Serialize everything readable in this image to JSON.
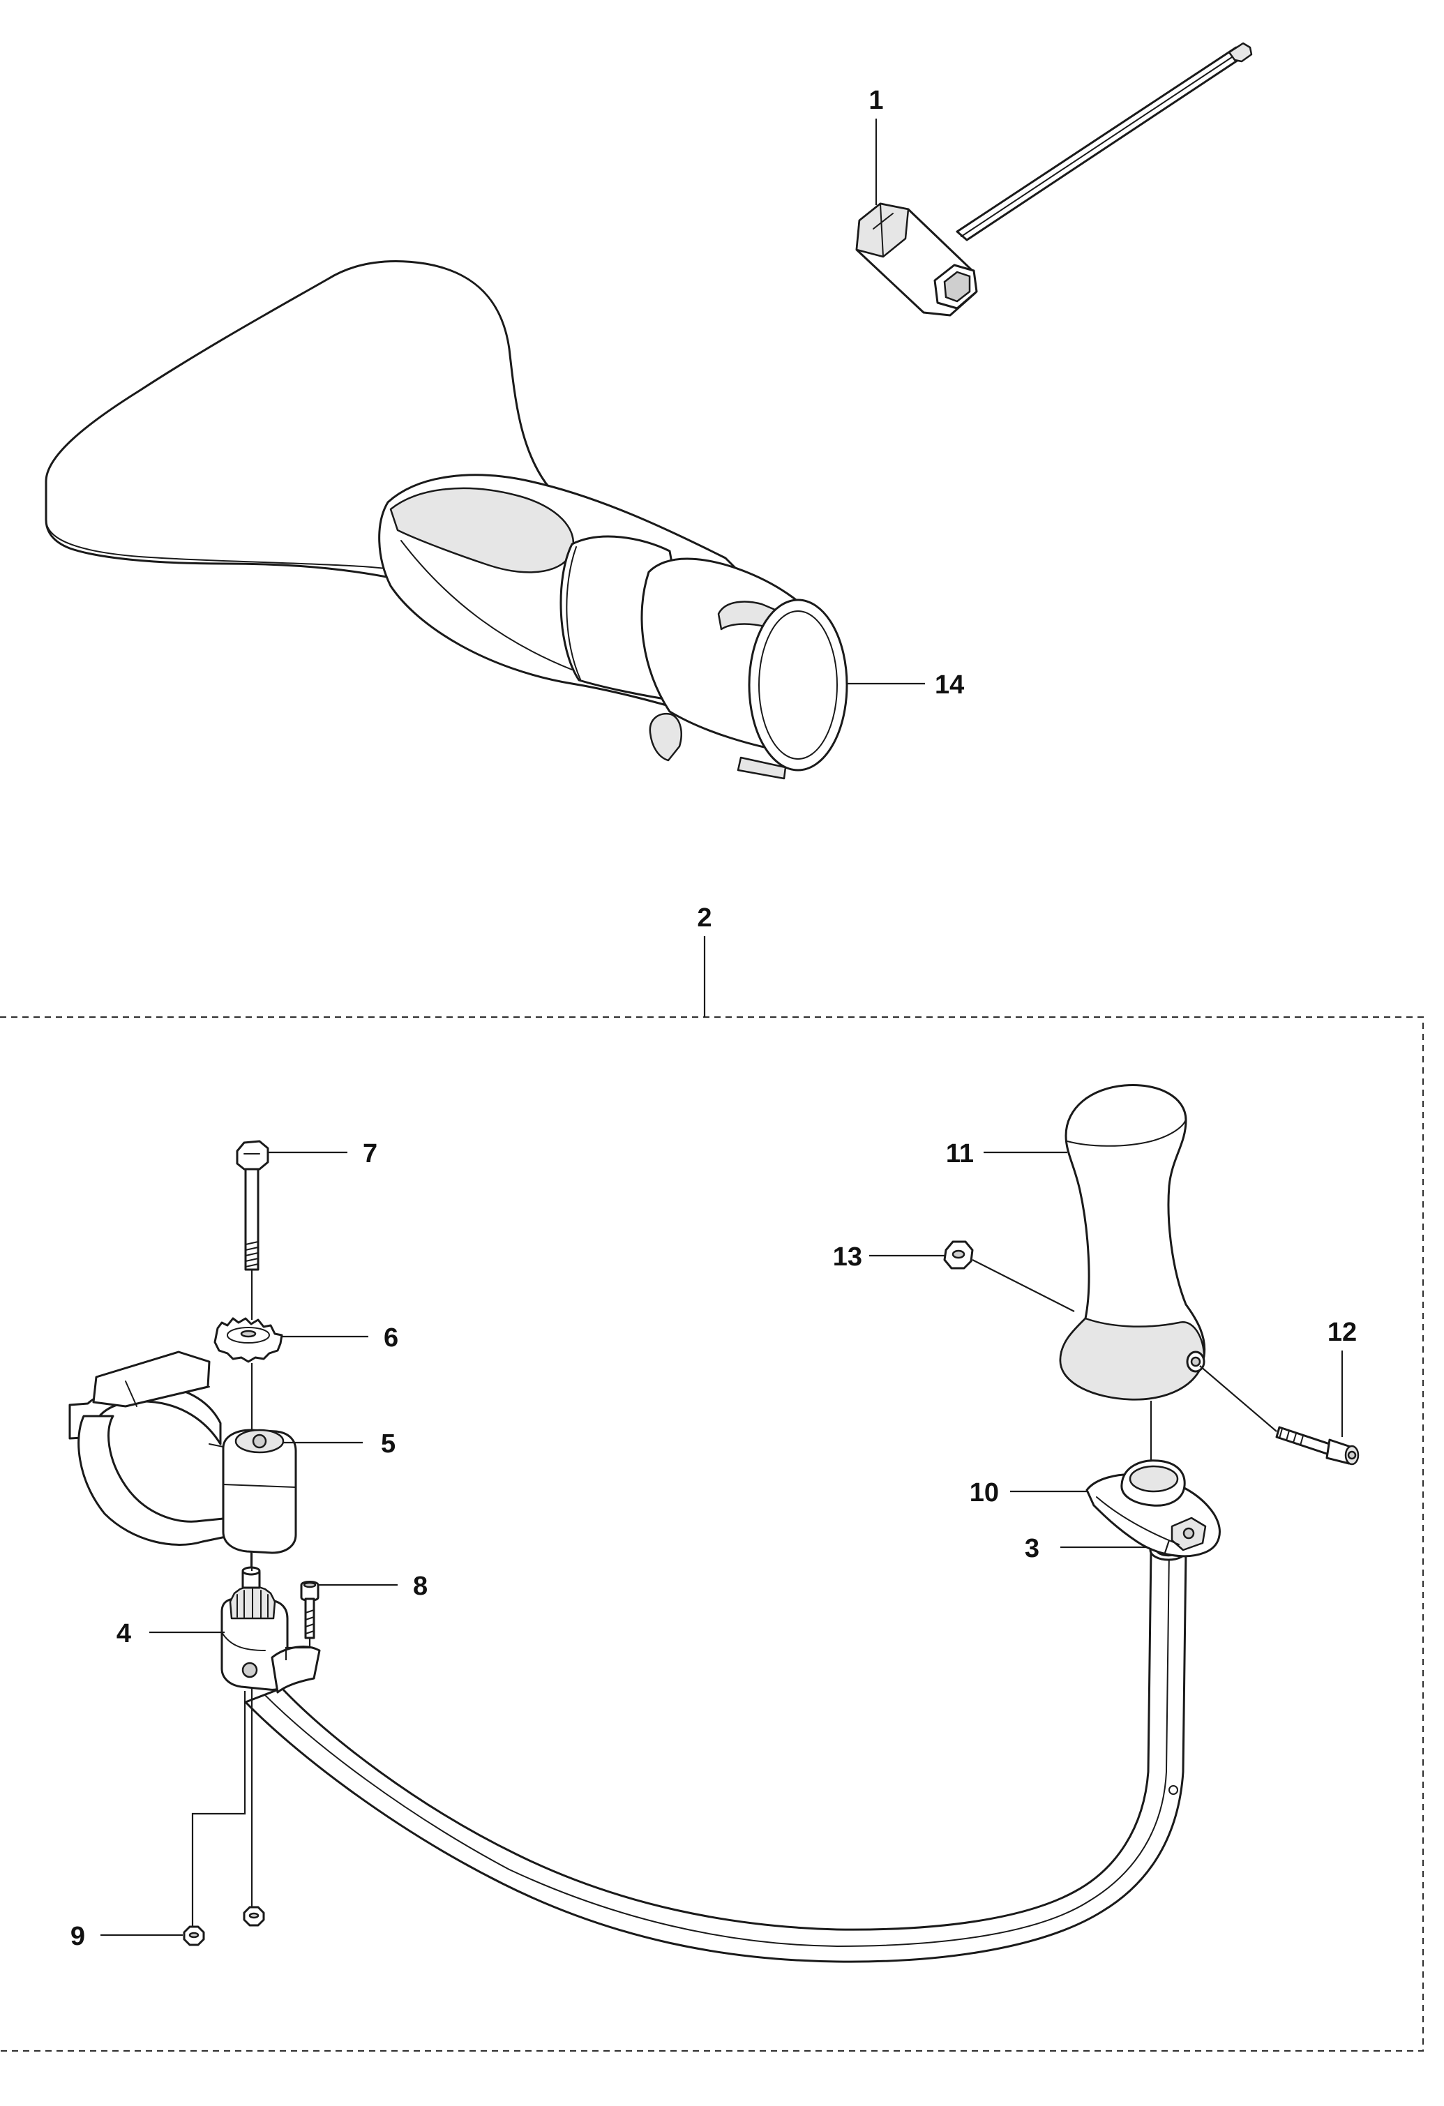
{
  "callouts": {
    "c1": "1",
    "c2": "2",
    "c3": "3",
    "c4": "4",
    "c5": "5",
    "c6": "6",
    "c7": "7",
    "c8": "8",
    "c9": "9",
    "c10": "10",
    "c11": "11",
    "c12": "12",
    "c13": "13",
    "c14": "14"
  },
  "parts": [
    {
      "id": "1",
      "icon": "t-handle-spark-plug-wrench"
    },
    {
      "id": "2",
      "icon": "loop-handle-kit-group"
    },
    {
      "id": "3",
      "icon": "loop-handle-tube"
    },
    {
      "id": "4",
      "icon": "handle-bracket"
    },
    {
      "id": "5",
      "icon": "shaft-clamp"
    },
    {
      "id": "6",
      "icon": "serrated-washer"
    },
    {
      "id": "7",
      "icon": "hex-bolt"
    },
    {
      "id": "8",
      "icon": "socket-cap-screw"
    },
    {
      "id": "9",
      "icon": "hex-nut"
    },
    {
      "id": "10",
      "icon": "handle-mount"
    },
    {
      "id": "11",
      "icon": "grip-handle"
    },
    {
      "id": "12",
      "icon": "socket-cap-screw"
    },
    {
      "id": "13",
      "icon": "hex-nut"
    },
    {
      "id": "14",
      "icon": "flat-blower-nozzle"
    }
  ]
}
